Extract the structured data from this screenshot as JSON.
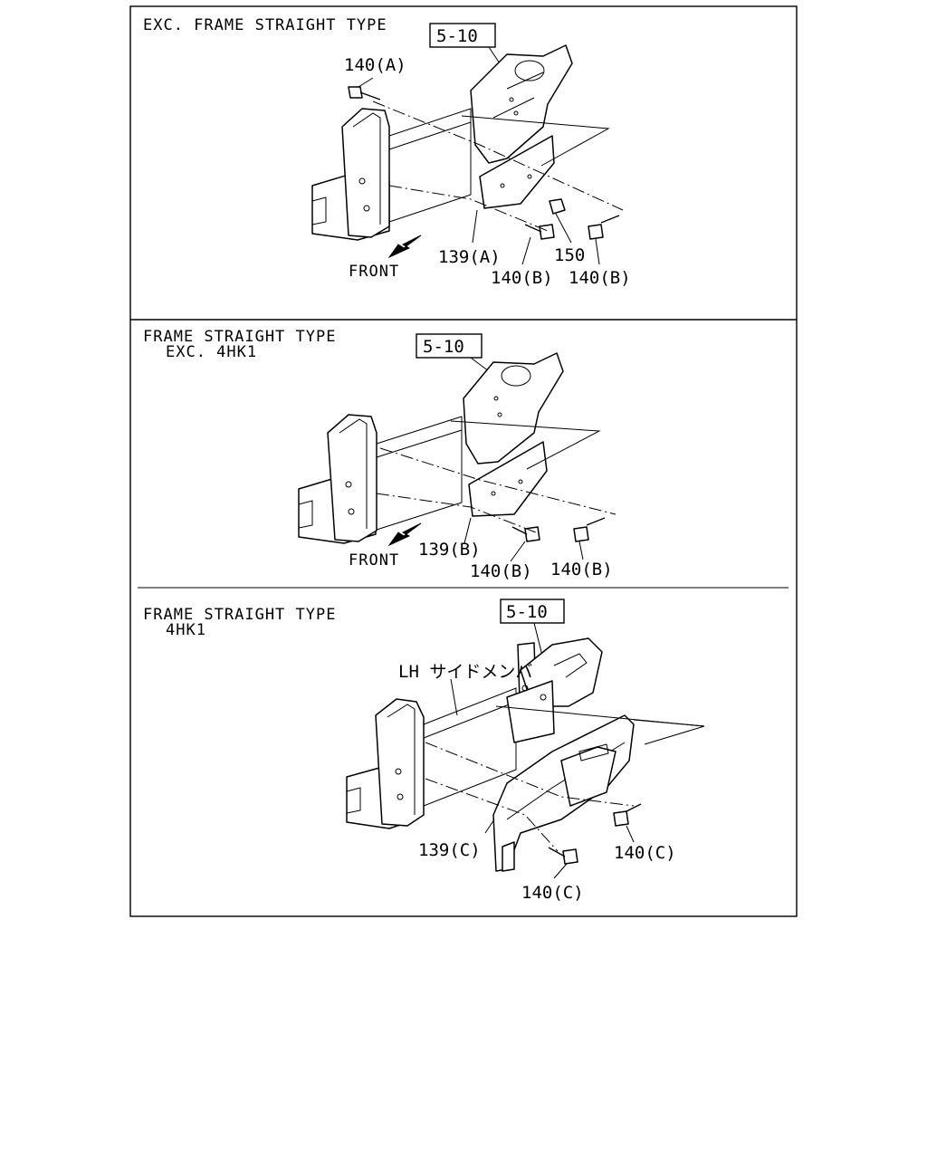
{
  "panels": [
    {
      "title": "EXC. FRAME STRAIGHT TYPE",
      "subtitle": "",
      "ref": "5-10",
      "callouts": [
        "140(A)",
        "139(A)",
        "150",
        "140(B)",
        "140(B)"
      ],
      "direction": "FRONT"
    },
    {
      "title": "FRAME STRAIGHT TYPE",
      "subtitle": "EXC. 4HK1",
      "ref": "5-10",
      "callouts": [
        "139(B)",
        "140(B)",
        "140(B)"
      ],
      "direction": "FRONT"
    },
    {
      "title": "FRAME STRAIGHT TYPE",
      "subtitle": "4HK1",
      "ref": "5-10",
      "callouts": [
        "LH サイドメンバ",
        "139(C)",
        "140(C)",
        "140(C)"
      ],
      "direction": ""
    }
  ]
}
